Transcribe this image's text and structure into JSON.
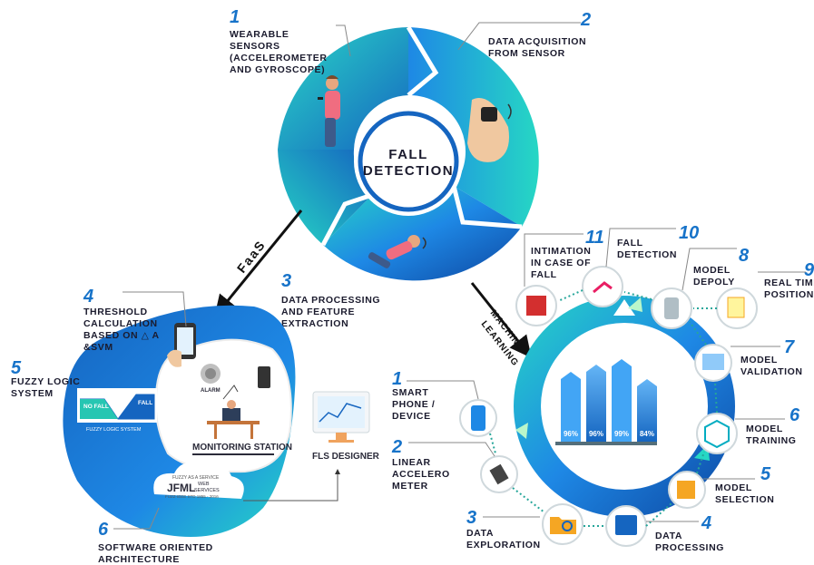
{
  "top_cycle": {
    "center_title_line1": "FALL",
    "center_title_line2": "DETECTION",
    "steps": [
      {
        "num": "1",
        "lines": [
          "WEARABLE",
          "SENSORS",
          "(ACCELEROMETER",
          "AND GYROSCOPE)"
        ]
      },
      {
        "num": "2",
        "lines": [
          "DATA ACQUISITION",
          "FROM SENSOR"
        ]
      },
      {
        "num": "3",
        "lines": [
          "DATA PROCESSING",
          "AND FEATURE",
          "EXTRACTION"
        ]
      }
    ]
  },
  "faas": {
    "arrow_label": "FaaS",
    "steps": [
      {
        "num": "4",
        "lines": [
          "THRESHOLD",
          "CALCULATION",
          "BASED ON △ A",
          "&SVM"
        ]
      },
      {
        "num": "5",
        "lines": [
          "FUZZY LOGIC",
          "SYSTEM"
        ]
      },
      {
        "num": "6",
        "lines": [
          "SOFTWARE ORIENTED",
          "ARCHITECTURE"
        ]
      }
    ],
    "fuzzy_panel": {
      "left": "NO FALL",
      "right": "FALL",
      "caption": "FUZZY LOGIC SYSTEM"
    },
    "alarm_label": "ALARM",
    "monitoring_label": "MONITORING STATION",
    "fls_designer_label": "FLS DESIGNER",
    "jfml_cloud": {
      "line1": "FUZZY AS A SERVICE",
      "brand": "JFML",
      "web": "WEB",
      "services": "SERVICES",
      "footer": "FUZZ-IEEE STD 1855 - 2016"
    }
  },
  "ml": {
    "arrow_label_line1": "MACHINE",
    "arrow_label_line2": "LEARNING",
    "bar_percentages": [
      "96%",
      "96%",
      "99%",
      "84%"
    ],
    "steps": [
      {
        "num": "1",
        "lines": [
          "SMART",
          "PHONE /",
          "DEVICE"
        ]
      },
      {
        "num": "2",
        "lines": [
          "LINEAR",
          "ACCELERO",
          "METER"
        ]
      },
      {
        "num": "3",
        "lines": [
          "DATA",
          "EXPLORATION"
        ]
      },
      {
        "num": "4",
        "lines": [
          "DATA",
          "PROCESSING"
        ]
      },
      {
        "num": "5",
        "lines": [
          "MODEL",
          "SELECTION"
        ]
      },
      {
        "num": "6",
        "lines": [
          "MODEL",
          "TRAINING"
        ]
      },
      {
        "num": "7",
        "lines": [
          "MODEL",
          "VALIDATION"
        ]
      },
      {
        "num": "8",
        "lines": [
          "MODEL",
          "DEPOLY"
        ]
      },
      {
        "num": "9",
        "lines": [
          "REAL TIME",
          "POSITION"
        ]
      },
      {
        "num": "10",
        "lines": [
          "FALL",
          "DETECTION"
        ]
      },
      {
        "num": "11",
        "lines": [
          "INTIMATION",
          "IN CASE OF",
          "FALL"
        ]
      }
    ]
  },
  "colors": {
    "blue_dark": "#1565c0",
    "blue": "#1976d2",
    "teal": "#26d7c4",
    "number": "#1773c9",
    "text": "#1b1b2e"
  }
}
